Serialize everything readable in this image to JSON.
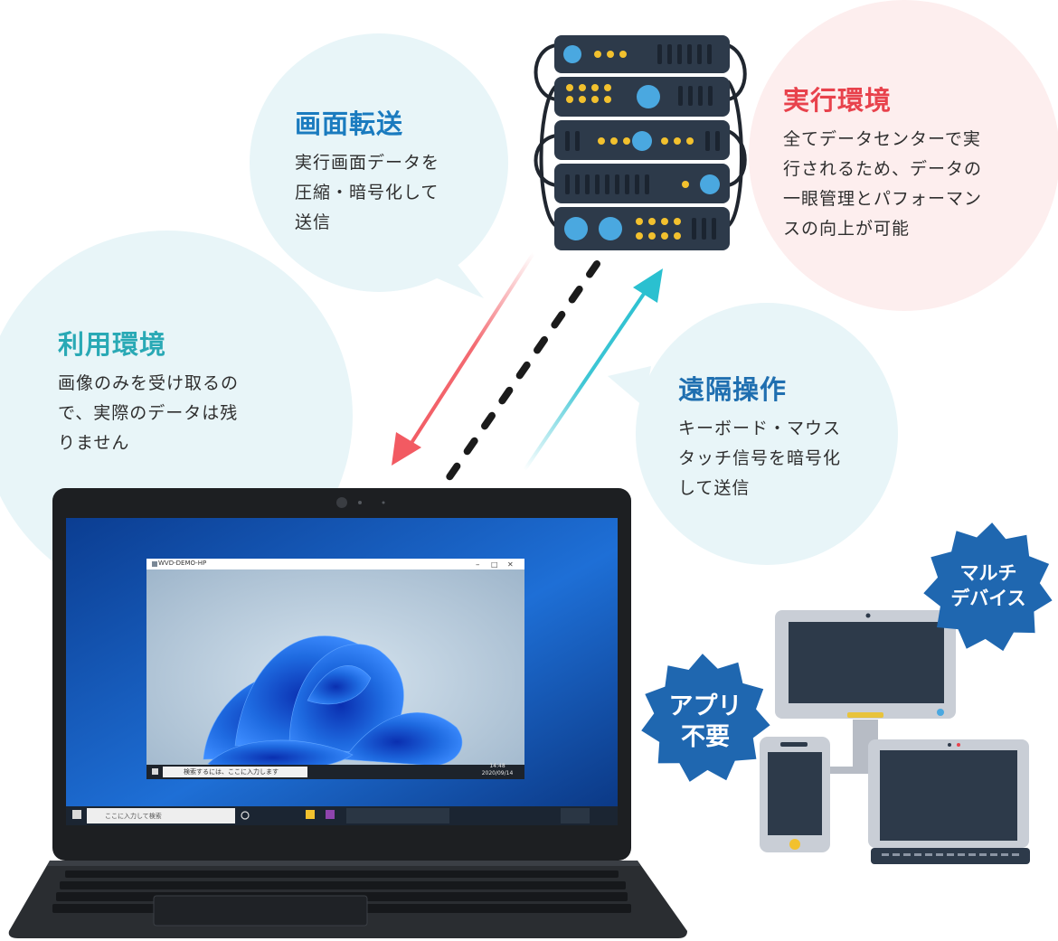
{
  "bubbles": {
    "screen_transfer": {
      "title": "画面転送",
      "text": "実行画面データを\n圧縮・暗号化して\n送信"
    },
    "execution": {
      "title": "実行環境",
      "text": "全てデータセンターで実\n行されるため、データの\n一眼管理とパフォーマン\nスの向上が可能"
    },
    "usage": {
      "title": "利用環境",
      "text": "画像のみを受け取るの\nで、実際のデータは残\nりません"
    },
    "remote": {
      "title": "遠隔操作",
      "text": "キーボード・マウス\nタッチ信号を暗号化\nして送信"
    }
  },
  "badges": {
    "multi_device": "マルチ\nデバイス",
    "no_app": "アプリ\n不要"
  },
  "laptop_screen": {
    "window_title": "WVD-DEMO-HP",
    "inner_search": "検索するには、ここに入力します",
    "inner_time": "14:48",
    "inner_date": "2020/09/14",
    "outer_search": "ここに入力して検索"
  },
  "colors": {
    "screen_transfer_title": "#1a7bbf",
    "execution_title": "#e8424c",
    "usage_title": "#29a9b5",
    "remote_title": "#1f6fb0",
    "arrow_down": "#f25a62",
    "arrow_up": "#2ac0d0",
    "badge": "#1f67b0"
  }
}
